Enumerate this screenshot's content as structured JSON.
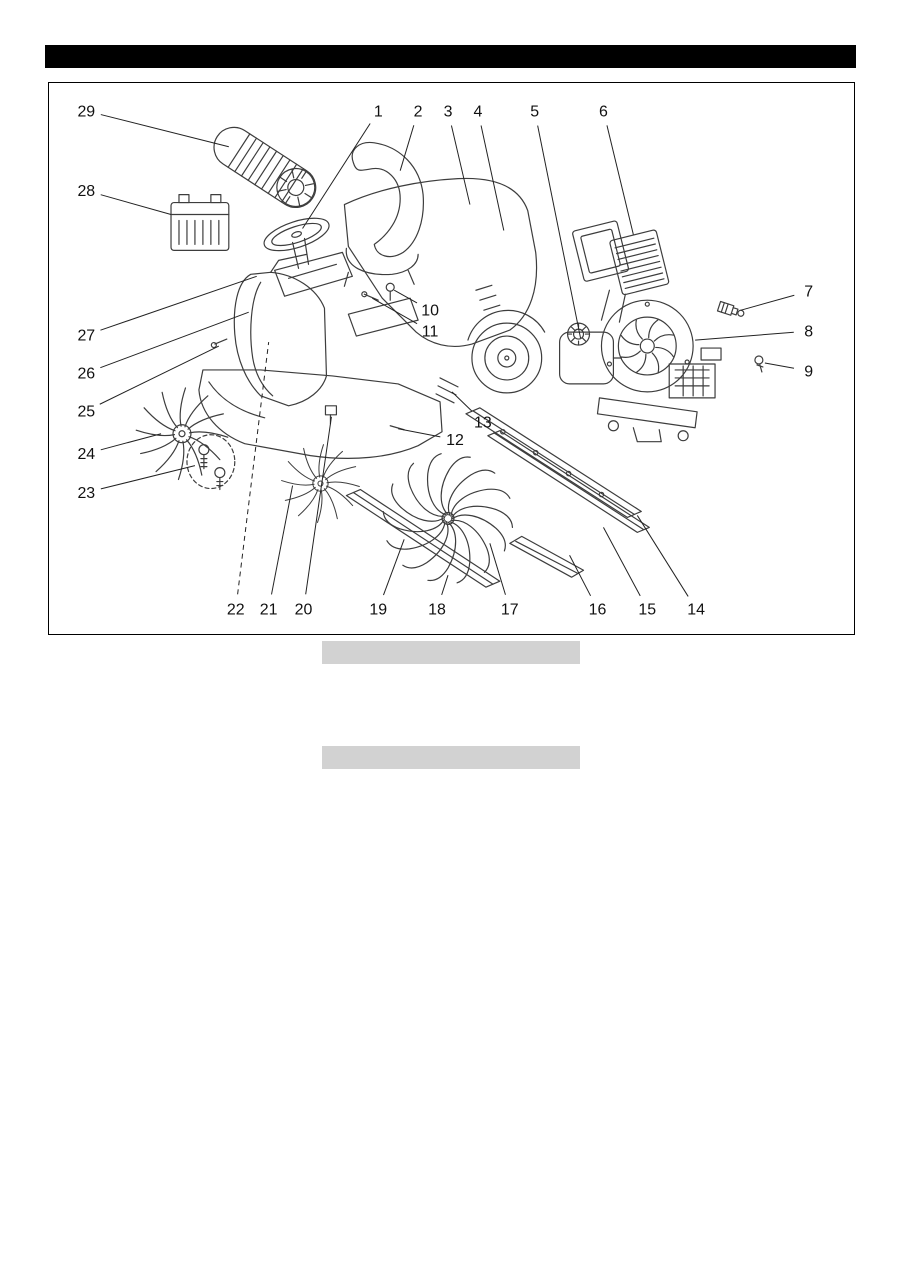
{
  "figure": {
    "type": "exploded-parts-diagram",
    "subject": "ride-on sweeper machine"
  },
  "colors": {
    "page_bg": "#ffffff",
    "header_bar": "#000000",
    "frame_border": "#000000",
    "line_art": "#3d3d3d",
    "leader_line": "#222222",
    "callout_text": "#111111",
    "redacted_bar": "#d2d2d2"
  },
  "callouts": [
    {
      "n": "1",
      "label": [
        330,
        28
      ],
      "target": [
        254,
        146
      ]
    },
    {
      "n": "2",
      "label": [
        370,
        28
      ],
      "target": [
        352,
        88
      ]
    },
    {
      "n": "3",
      "label": [
        400,
        28
      ],
      "target": [
        422,
        122
      ]
    },
    {
      "n": "4",
      "label": [
        430,
        28
      ],
      "target": [
        456,
        148
      ]
    },
    {
      "n": "5",
      "label": [
        487,
        28
      ],
      "target": [
        533,
        256
      ]
    },
    {
      "n": "6",
      "label": [
        556,
        28
      ],
      "target": [
        586,
        152
      ]
    },
    {
      "n": "7",
      "label": [
        762,
        209
      ],
      "target": [
        694,
        228
      ]
    },
    {
      "n": "8",
      "label": [
        762,
        249
      ],
      "target": [
        648,
        258
      ]
    },
    {
      "n": "9",
      "label": [
        762,
        289
      ],
      "target": [
        718,
        281
      ]
    },
    {
      "n": "10",
      "label": [
        382,
        228
      ],
      "target": [
        346,
        208
      ]
    },
    {
      "n": "11",
      "label": [
        382,
        249
      ],
      "target": [
        324,
        216
      ]
    },
    {
      "n": "12",
      "label": [
        407,
        358
      ],
      "target": [
        350,
        347
      ]
    },
    {
      "n": "13",
      "label": [
        435,
        340
      ],
      "target": [
        404,
        310
      ]
    },
    {
      "n": "14",
      "label": [
        649,
        528
      ],
      "target": [
        590,
        434
      ]
    },
    {
      "n": "15",
      "label": [
        600,
        528
      ],
      "target": [
        556,
        446
      ]
    },
    {
      "n": "16",
      "label": [
        550,
        528
      ],
      "target": [
        522,
        474
      ]
    },
    {
      "n": "17",
      "label": [
        462,
        528
      ],
      "target": [
        442,
        462
      ]
    },
    {
      "n": "18",
      "label": [
        389,
        528
      ],
      "target": [
        400,
        494
      ]
    },
    {
      "n": "19",
      "label": [
        330,
        528
      ],
      "target": [
        356,
        458
      ]
    },
    {
      "n": "20",
      "label": [
        255,
        528
      ],
      "target": [
        283,
        335
      ]
    },
    {
      "n": "21",
      "label": [
        220,
        528
      ],
      "target": [
        244,
        404
      ]
    },
    {
      "n": "22",
      "label": [
        187,
        528
      ],
      "target": [
        220,
        260
      ],
      "dashed": true
    },
    {
      "n": "23",
      "label": [
        37,
        411
      ],
      "target": [
        146,
        384
      ]
    },
    {
      "n": "24",
      "label": [
        37,
        372
      ],
      "target": [
        112,
        352
      ]
    },
    {
      "n": "25",
      "label": [
        37,
        329
      ],
      "target": [
        170,
        264
      ]
    },
    {
      "n": "26",
      "label": [
        37,
        291
      ],
      "target": [
        200,
        230
      ]
    },
    {
      "n": "27",
      "label": [
        37,
        253
      ],
      "target": [
        208,
        194
      ]
    },
    {
      "n": "28",
      "label": [
        37,
        108
      ],
      "target": [
        122,
        132
      ]
    },
    {
      "n": "29",
      "label": [
        37,
        28
      ],
      "target": [
        180,
        64
      ]
    }
  ]
}
